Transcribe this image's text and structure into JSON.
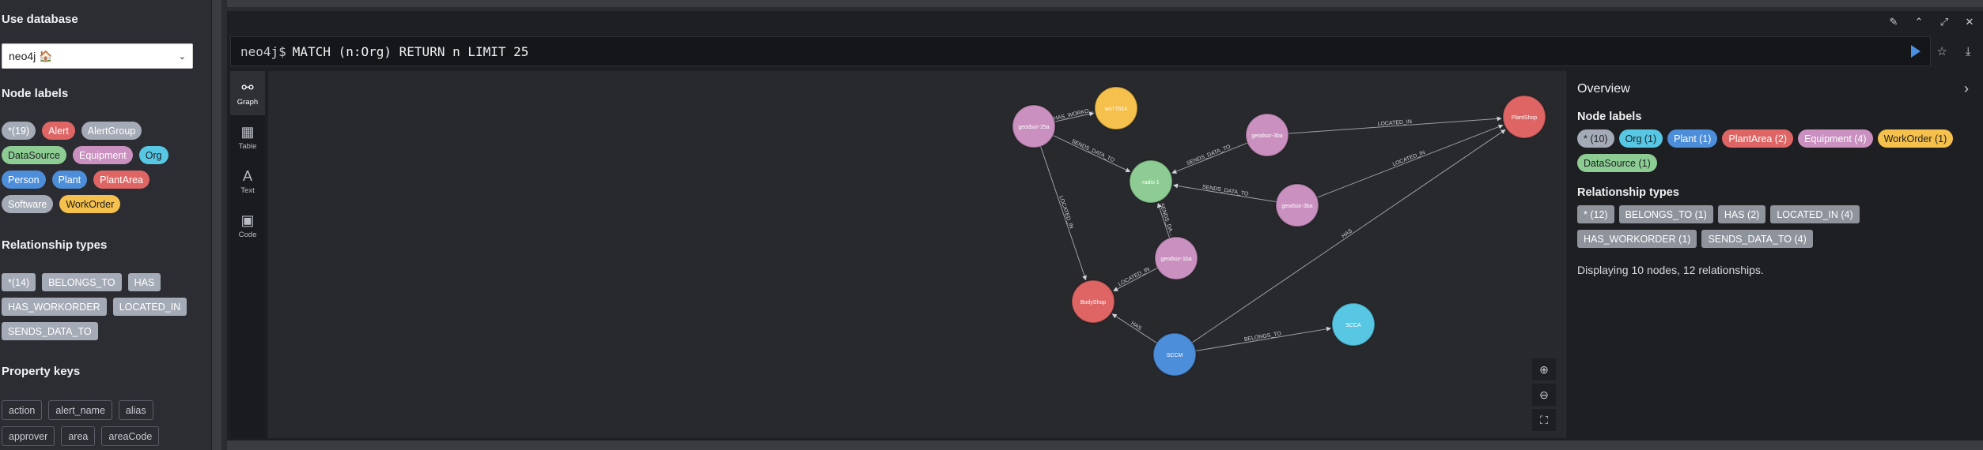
{
  "sidebar": {
    "use_database_title": "Use database",
    "db_value": "neo4j 🏠",
    "node_labels_title": "Node labels",
    "node_labels": [
      {
        "label": "*(19)",
        "color": "#a5abb6"
      },
      {
        "label": "Alert",
        "color": "#df6565"
      },
      {
        "label": "AlertGroup",
        "color": "#a5abb6"
      },
      {
        "label": "DataSource",
        "color": "#8dcc93"
      },
      {
        "label": "Equipment",
        "color": "#c990c0"
      },
      {
        "label": "Org",
        "color": "#57c7e3"
      },
      {
        "label": "Person",
        "color": "#4c8eda"
      },
      {
        "label": "Plant",
        "color": "#4c8eda"
      },
      {
        "label": "PlantArea",
        "color": "#df6565"
      },
      {
        "label": "Software",
        "color": "#a5abb6"
      },
      {
        "label": "WorkOrder",
        "color": "#f5c04b"
      }
    ],
    "rel_types_title": "Relationship types",
    "rel_types": [
      "*(14)",
      "BELONGS_TO",
      "HAS",
      "HAS_WORKORDER",
      "LOCATED_IN",
      "SENDS_DATA_TO"
    ],
    "prop_keys_title": "Property keys",
    "prop_keys": [
      "action",
      "alert_name",
      "alias",
      "approver",
      "area",
      "areaCode"
    ]
  },
  "editor": {
    "prompt": "neo4j$",
    "query": "MATCH (n:Org) RETURN n LIMIT 25"
  },
  "frame_controls": [
    "pin-icon",
    "collapse-icon",
    "fullscreen-icon",
    "close-icon"
  ],
  "tabs": [
    {
      "label": "Graph",
      "icon": "graph-icon",
      "glyph": "⚯"
    },
    {
      "label": "Table",
      "icon": "table-icon",
      "glyph": "▦"
    },
    {
      "label": "Text",
      "icon": "text-icon",
      "glyph": "A"
    },
    {
      "label": "Code",
      "icon": "code-icon",
      "glyph": "▣"
    }
  ],
  "graph": {
    "nodes": [
      {
        "id": "n1",
        "label": "geodsor-25a",
        "color": "#c990c0"
      },
      {
        "id": "n2",
        "label": "wo77014",
        "color": "#f5c04b"
      },
      {
        "id": "n3",
        "label": "radio 1",
        "color": "#8dcc93"
      },
      {
        "id": "n4",
        "label": "geodsor-3ba",
        "color": "#c990c0"
      },
      {
        "id": "n5",
        "label": "geodsor-3ba",
        "color": "#c990c0"
      },
      {
        "id": "n6",
        "label": "PlantShop",
        "color": "#df6565"
      },
      {
        "id": "n7",
        "label": "geodsor-1ba",
        "color": "#c990c0"
      },
      {
        "id": "n8",
        "label": "BodyShop",
        "color": "#df6565"
      },
      {
        "id": "n9",
        "label": "SCCM",
        "color": "#4c8eda"
      },
      {
        "id": "n10",
        "label": "SCCA",
        "color": "#57c7e3"
      }
    ],
    "edges": [
      {
        "from": "n1",
        "to": "n2",
        "label": "HAS_WORKO..."
      },
      {
        "from": "n1",
        "to": "n3",
        "label": "SENDS_DATA_TO"
      },
      {
        "from": "n4",
        "to": "n3",
        "label": "SENDS_DATA_TO"
      },
      {
        "from": "n5",
        "to": "n3",
        "label": "SENDS_DATA_TO"
      },
      {
        "from": "n7",
        "to": "n3",
        "label": "SENDS_DA..."
      },
      {
        "from": "n4",
        "to": "n6",
        "label": "LOCATED_IN"
      },
      {
        "from": "n5",
        "to": "n6",
        "label": "LOCATED_IN"
      },
      {
        "from": "n1",
        "to": "n8",
        "label": "LOCATED_IN"
      },
      {
        "from": "n7",
        "to": "n8",
        "label": "LOCATED_IN"
      },
      {
        "from": "n9",
        "to": "n8",
        "label": "HAS"
      },
      {
        "from": "n9",
        "to": "n6",
        "label": "HAS"
      },
      {
        "from": "n9",
        "to": "n10",
        "label": "BELONGS_TO"
      }
    ]
  },
  "overview": {
    "title": "Overview",
    "node_labels_title": "Node labels",
    "node_labels": [
      {
        "label": "* (10)",
        "color": "#a5abb6",
        "text": "#1e1f23"
      },
      {
        "label": "Org (1)",
        "color": "#57c7e3",
        "text": "#1e1f23"
      },
      {
        "label": "Plant (1)",
        "color": "#4c8eda",
        "text": "#ffffff"
      },
      {
        "label": "PlantArea (2)",
        "color": "#df6565",
        "text": "#ffffff"
      },
      {
        "label": "Equipment (4)",
        "color": "#c990c0",
        "text": "#ffffff"
      },
      {
        "label": "WorkOrder (1)",
        "color": "#f5c04b",
        "text": "#1e1f23"
      },
      {
        "label": "DataSource (1)",
        "color": "#8dcc93",
        "text": "#1e1f23"
      }
    ],
    "rel_types_title": "Relationship types",
    "rel_types": [
      "* (12)",
      "BELONGS_TO (1)",
      "HAS (2)",
      "LOCATED_IN (4)",
      "HAS_WORKORDER (1)",
      "SENDS_DATA_TO (4)"
    ],
    "status": "Displaying 10 nodes, 12 relationships."
  },
  "zoom_tools": [
    {
      "name": "zoom-in-icon",
      "glyph": "⊕"
    },
    {
      "name": "zoom-out-icon",
      "glyph": "⊖"
    },
    {
      "name": "fit-icon",
      "glyph": "⛶"
    }
  ]
}
